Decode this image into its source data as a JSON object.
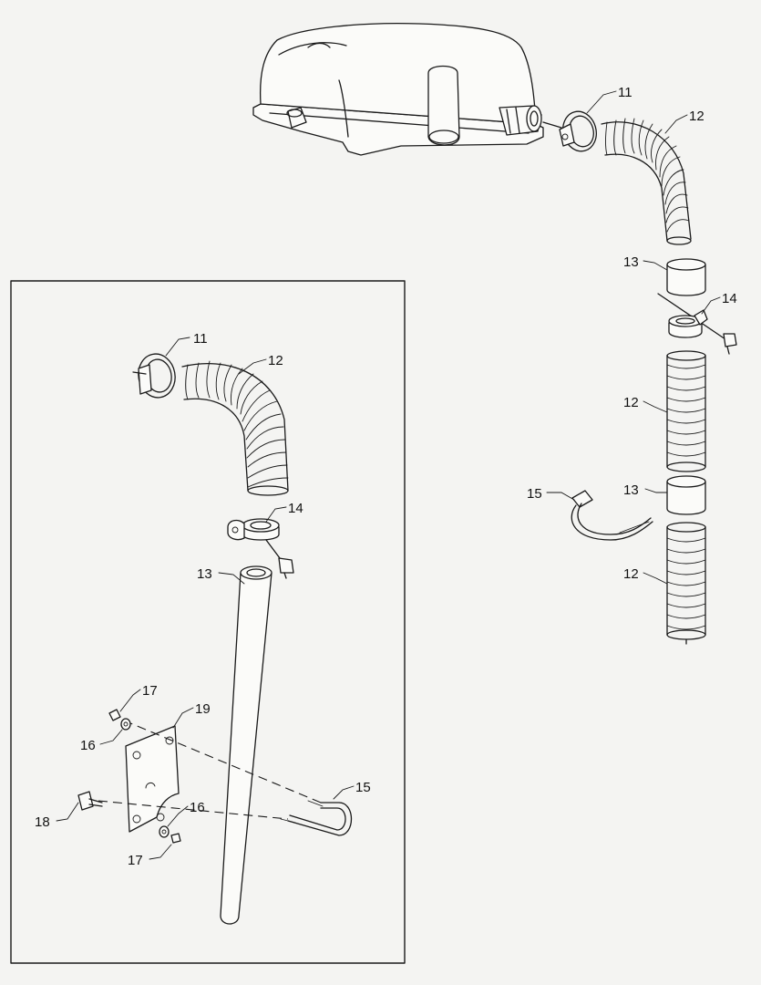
{
  "callouts": {
    "top_11": "11",
    "top_12": "12",
    "right_13_upper": "13",
    "right_14": "14",
    "right_12_middle": "12",
    "right_15": "15",
    "right_13_lower": "13",
    "right_12_lower": "12",
    "inset_11": "11",
    "inset_12": "12",
    "inset_14": "14",
    "inset_13": "13",
    "inset_17_upper": "17",
    "inset_19": "19",
    "inset_16_upper": "16",
    "inset_15": "15",
    "inset_18": "18",
    "inset_16_lower": "16",
    "inset_17_lower": "17"
  }
}
